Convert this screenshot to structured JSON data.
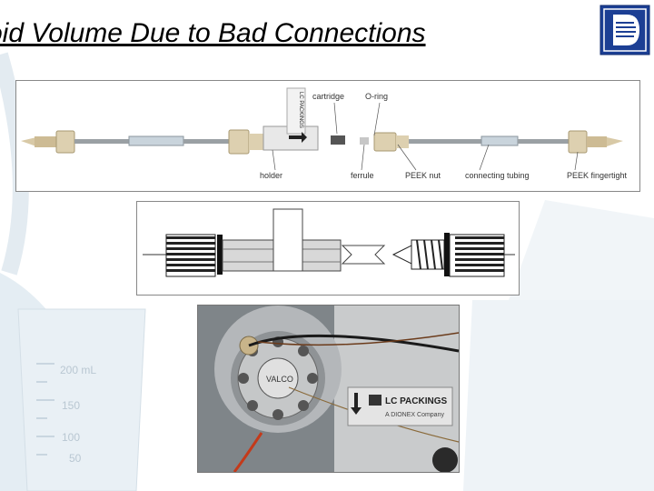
{
  "slide": {
    "title": "oid Volume Due to Bad Connections"
  },
  "logo": {
    "icon": "d-logo-icon",
    "color": "#1c3f94"
  },
  "background": {
    "beaker_marks": [
      "200 mL",
      "150",
      "100",
      "50"
    ]
  },
  "diagram": {
    "labels": {
      "cartridge": "cartridge",
      "oring": "O-ring",
      "holder": "holder",
      "ferrule": "ferrule",
      "peek_nut": "PEEK nut",
      "connecting_tubing": "connecting tubing",
      "peek_fingertight": "PEEK fingertight"
    },
    "holder_stamp": "LC PACKINGS"
  },
  "photo": {
    "brand_label": "LC PACKINGS",
    "sub_label": "A DIONEX Company",
    "valve_label": "VALCO"
  }
}
